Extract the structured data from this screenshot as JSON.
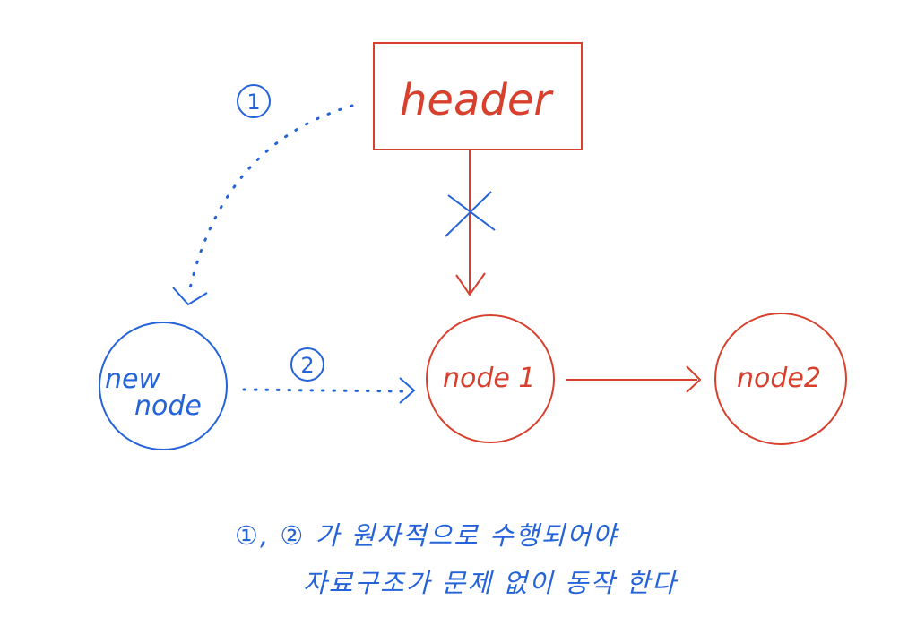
{
  "colors": {
    "red": "#d8402e",
    "blue": "#2463d9",
    "background": "#ffffff"
  },
  "header": {
    "label": "header"
  },
  "nodes": {
    "new_node": {
      "line1": "new",
      "line2": "node"
    },
    "node1": {
      "label": "node 1"
    },
    "node2": {
      "label": "node2"
    }
  },
  "steps": {
    "step1": "1",
    "step2": "2"
  },
  "broken_link_mark": "cross-mark",
  "caption": {
    "line1": "①, ② 가 원자적으로 수행되어야",
    "line2": "자료구조가 문제 없이 동작 한다"
  }
}
